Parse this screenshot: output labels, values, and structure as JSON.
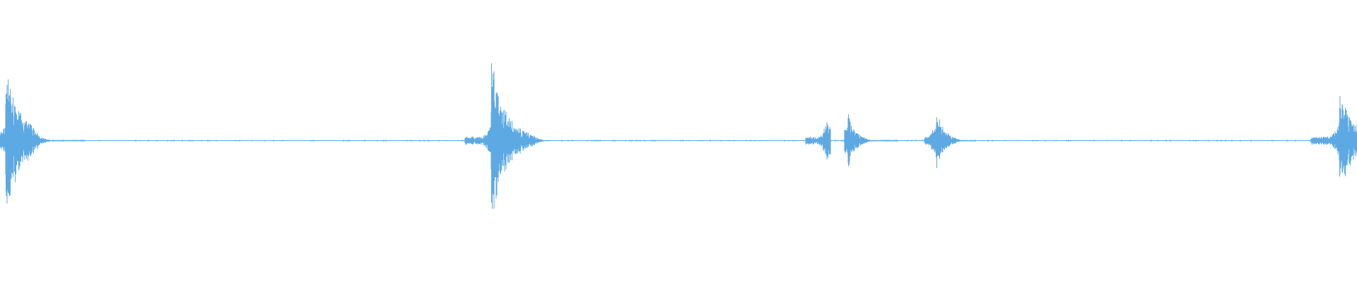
{
  "waveform": {
    "color": "#5DA9E4",
    "background": "#ffffff",
    "transients": [
      {
        "peak": 0.98,
        "decay": "slow"
      },
      {
        "peak": 1.0,
        "decay": "slow"
      },
      {
        "peak": 0.32,
        "decay": "fast"
      },
      {
        "peak": 0.33,
        "decay": "fast"
      },
      {
        "peak": 0.41,
        "decay": "fast"
      },
      {
        "peak": 0.63,
        "decay": "slow"
      }
    ]
  }
}
